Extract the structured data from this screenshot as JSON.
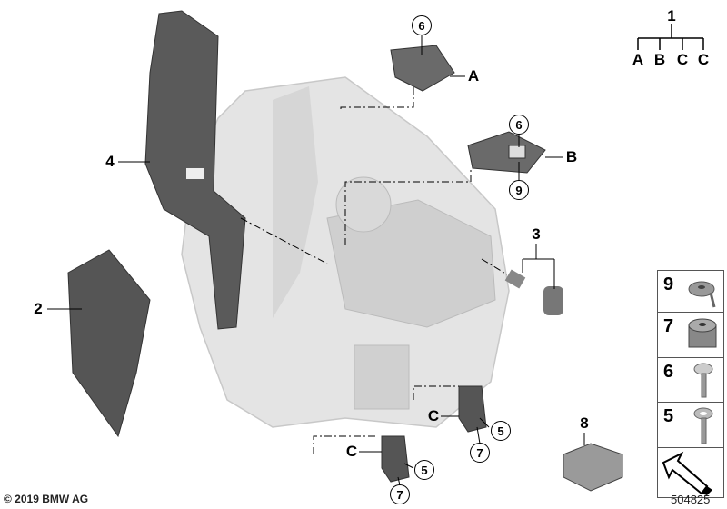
{
  "legend": {
    "top": "1",
    "branches": [
      "A",
      "B",
      "C",
      "C"
    ]
  },
  "callouts": {
    "part_4": "4",
    "part_2": "2",
    "part_3": "3",
    "part_8": "8",
    "a_letter": "A",
    "a_circle": "6",
    "b_letter": "B",
    "b_circle_top": "6",
    "b_circle_bottom": "9",
    "c1_letter": "C",
    "c1_circle_5": "5",
    "c1_circle_7": "7",
    "c2_letter": "C",
    "c2_circle_5": "5",
    "c2_circle_7": "7"
  },
  "side_panel": [
    {
      "number": "9",
      "icon": "clip-nut-icon"
    },
    {
      "number": "7",
      "icon": "spring-nut-icon"
    },
    {
      "number": "6",
      "icon": "screw-icon"
    },
    {
      "number": "5",
      "icon": "screw-with-washer-icon"
    }
  ],
  "diagram_number": "504825",
  "copyright": "© 2019 BMW AG"
}
